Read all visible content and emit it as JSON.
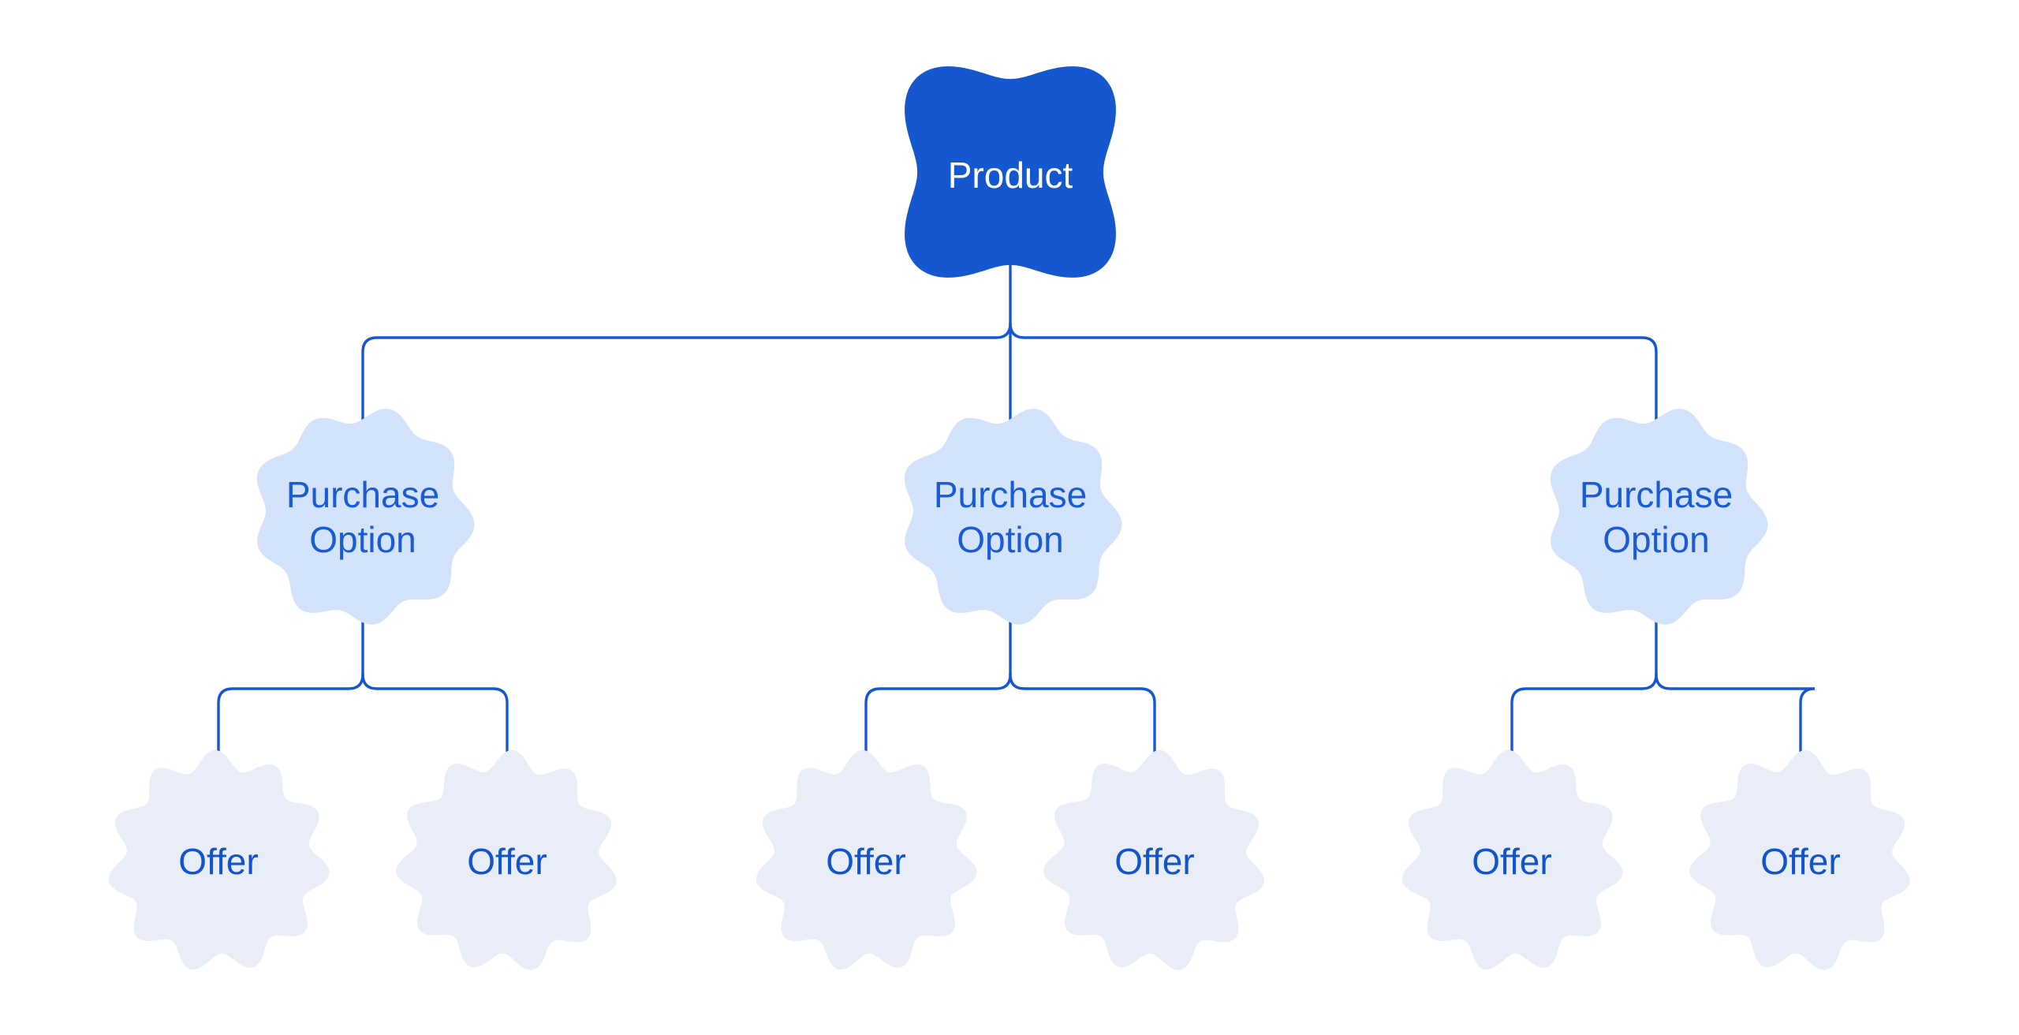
{
  "meta": {
    "title": "Product catalog hierarchy diagram"
  },
  "colors": {
    "background": "#FFFFFF",
    "product_fill": "#1557CE",
    "product_text": "#FFFFFF",
    "purchase_fill": "#D3E3FC",
    "purchase_text": "#1A5BD6",
    "offer_fill": "#E9EDF7",
    "offer_text": "#1254CC",
    "connector": "#1557D2"
  },
  "diagram": {
    "type": "tree",
    "root": {
      "label": "Product"
    },
    "purchase_options": [
      {
        "label": "Purchase Option",
        "label_line1": "Purchase",
        "label_line2": "Option",
        "offers": [
          {
            "label": "Offer"
          },
          {
            "label": "Offer"
          }
        ]
      },
      {
        "label": "Purchase Option",
        "label_line1": "Purchase",
        "label_line2": "Option",
        "offers": [
          {
            "label": "Offer"
          },
          {
            "label": "Offer"
          }
        ]
      },
      {
        "label": "Purchase Option",
        "label_line1": "Purchase",
        "label_line2": "Option",
        "offers": [
          {
            "label": "Offer"
          },
          {
            "label": "Offer"
          }
        ]
      }
    ]
  }
}
